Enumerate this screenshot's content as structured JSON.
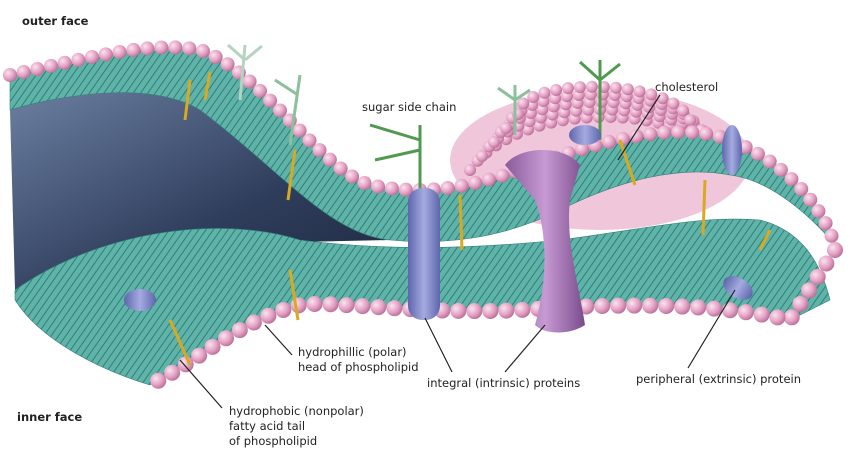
{
  "labels": {
    "outer_face": "outer face",
    "inner_face": "inner face",
    "sugar_side_chain": "sugar side chain",
    "cholesterol": "cholesterol",
    "hydrophilic_line1": "hydrophillic (polar)",
    "hydrophilic_line2": "head of phospholipid",
    "integral_proteins": "integral (intrinsic) proteins",
    "peripheral_protein": "peripheral (extrinsic) protein",
    "hydrophobic_line1": "hydrophobic (nonpolar)",
    "hydrophobic_line2": "fatty acid tail",
    "hydrophobic_line3": "of phospholipid"
  },
  "colors": {
    "phospholipid_head": "#e9a9c9",
    "lipid_tail": "#4fa79b",
    "integral_protein_blue": "#7f86c9",
    "integral_protein_purple": "#a777b5",
    "cholesterol": "#f2cf3a",
    "sugar_chain": "#4f9a4f",
    "interior_shadow": "#3a4a6b"
  }
}
